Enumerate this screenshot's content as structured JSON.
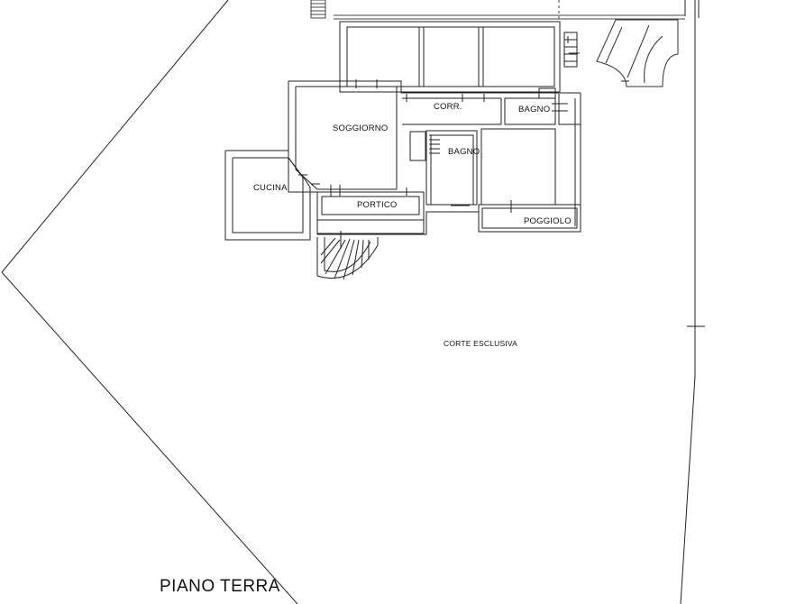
{
  "floor_title": "PIANO TERRA",
  "rooms": {
    "soggiorno": "SOGGIORNO",
    "corridoio": "CORR.",
    "bagno_1": "BAGNO",
    "bagno_2": "BAGNO",
    "cucina": "CUCINA",
    "portico": "PORTICO",
    "poggiolo": "POGGIOLO"
  },
  "yard": {
    "label": "CORTE ESCLUSIVA"
  }
}
